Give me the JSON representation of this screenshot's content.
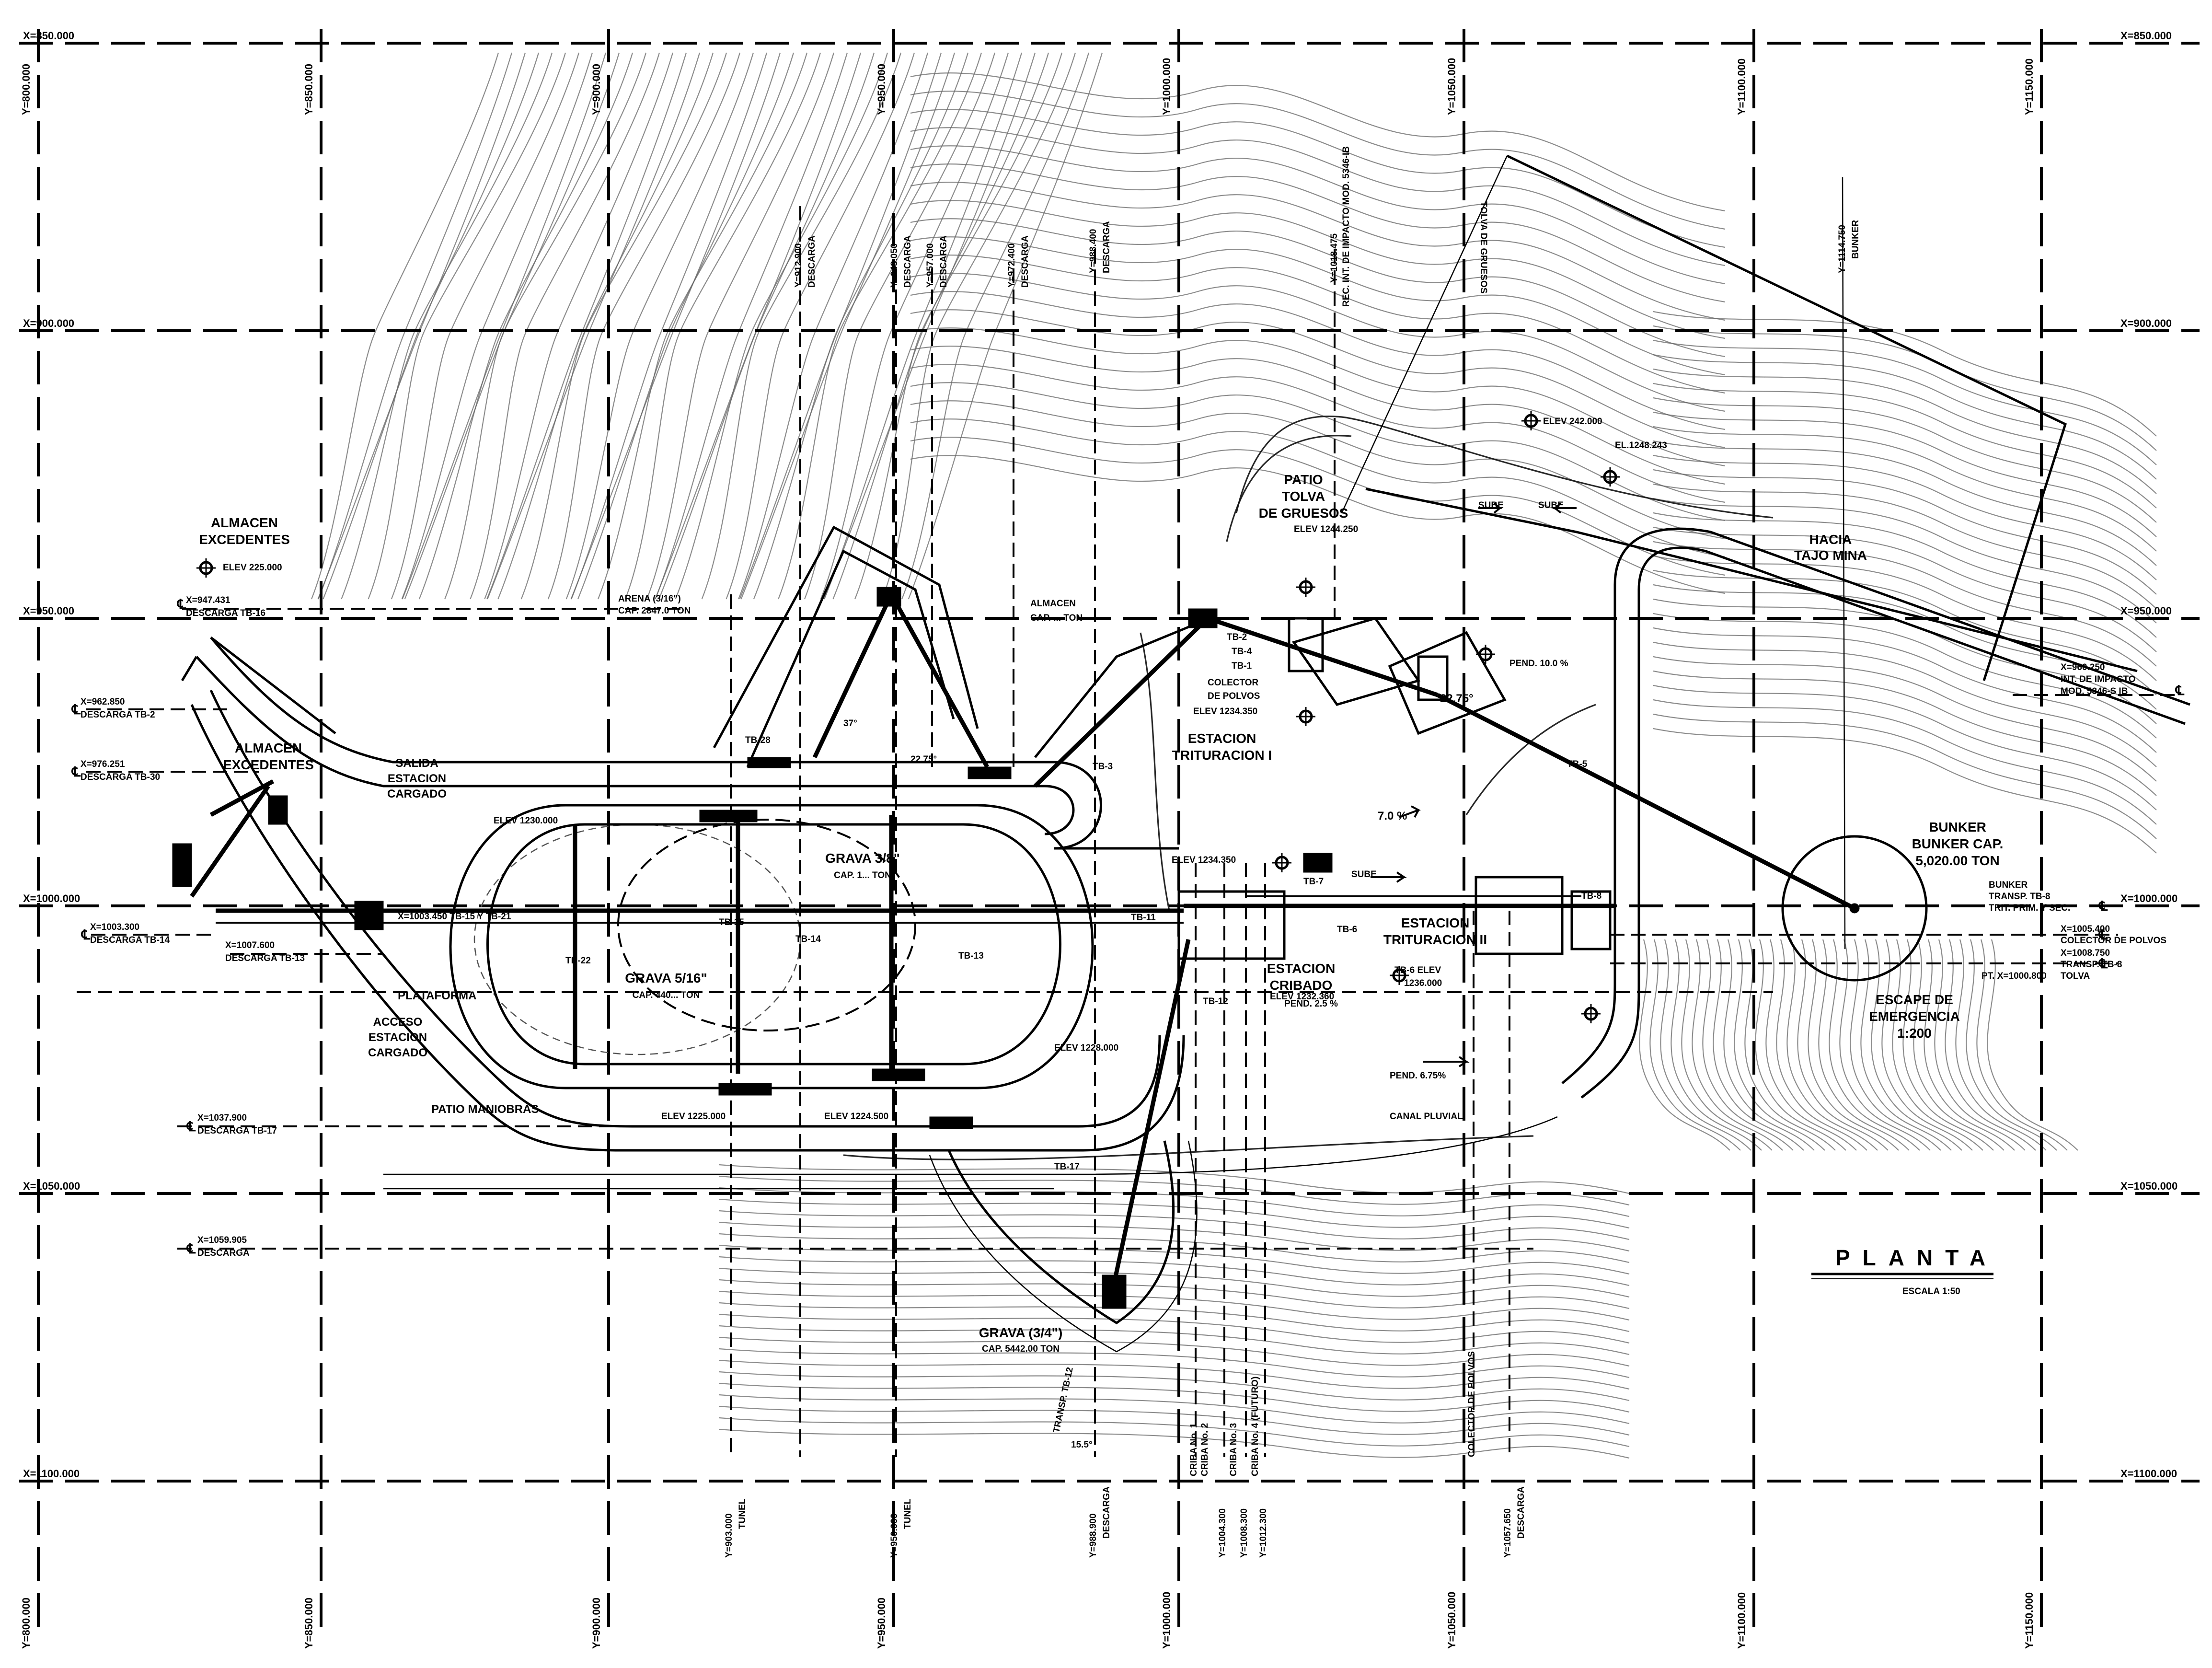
{
  "grid_labels": {
    "x_left": [
      "X=850.000",
      "X=900.000",
      "X=950.000",
      "X=1000.000",
      "X=1050.000",
      "X=1100.000"
    ],
    "x_right": [
      "X=850.000",
      "X=900.000",
      "X=950.000",
      "X=1000.000",
      "X=1050.000",
      "X=1100.000"
    ],
    "y_top": [
      "Y=800.000",
      "Y=850.000",
      "Y=900.000",
      "Y=950.000",
      "Y=1000.000",
      "Y=1050.000",
      "Y=1100.000",
      "Y=1150.000"
    ],
    "y_bottom": [
      "Y=800.000",
      "Y=850.000",
      "Y=900.000",
      "Y=950.000",
      "Y=1000.000",
      "Y=1050.000",
      "Y=1100.000",
      "Y=1150.000"
    ]
  },
  "areas": {
    "almacen_excedentes_top": [
      "ALMACEN",
      "EXCEDENTES"
    ],
    "elev_top": "ELEV 225.000",
    "almacen_excedentes_mid": [
      "ALMACEN",
      "EXCEDENTES"
    ],
    "salida": [
      "SALIDA",
      "ESTACION",
      "CARGADO"
    ],
    "acceso": [
      "ACCESO",
      "ESTACION",
      "CARGADO"
    ],
    "plataforma": "PLATAFORMA",
    "patio_maniobras": "PATIO MANIOBRAS",
    "patio_tolva": [
      "PATIO",
      "TOLVA",
      "DE GRUESOS"
    ],
    "elev_tolva": "ELEV 1244.250",
    "elev_top_right": "ELEV 242.000",
    "el_1248": "EL.1248.243",
    "hacia_tajo": [
      "HACIA",
      "TAJO MINA"
    ],
    "estacion_trituracion_1": [
      "ESTACION",
      "TRITURACION I"
    ],
    "colector_polvos": [
      "COLECTOR",
      "DE POLVOS"
    ],
    "estacion_trituracion_2": [
      "ESTACION",
      "TRITURACION II"
    ],
    "estacion_cribado": [
      "ESTACION",
      "CRIBADO"
    ],
    "bunker": [
      "BUNKER",
      "BUNKER CAP.",
      "5,020.00 TON"
    ],
    "escape": [
      "ESCAPE DE",
      "EMERGENCIA",
      "1:200"
    ],
    "canal_pluvial": "CANAL PLUVIAL",
    "grava_38": [
      "GRAVA 3/8\"",
      "CAP. 1... TON"
    ],
    "grava_516": [
      "GRAVA 5/16\"",
      "CAP. 440... TON"
    ],
    "grava_34": [
      "GRAVA (3/4\")",
      "CAP. 5442.00 TON"
    ],
    "arena": [
      "ARENA (3/16\")",
      "CAP. 2847.0 TON"
    ],
    "almacen_mid": [
      "ALMACEN",
      "CAP. ... TON"
    ],
    "elev_1234": "ELEV 1234.350",
    "elev_1236": [
      "TB-6  ELEV",
      "1236.000"
    ],
    "elev_1230": "ELEV 1230.000",
    "elev_1228": "ELEV 1228.000",
    "elev_1225": "ELEV 1225.000",
    "elev_1224": "ELEV 1224.500",
    "elev_1234b": "ELEV 1234.350",
    "elev_1232": "ELEV 1232.360",
    "slope_7": "7.0 %",
    "slope_22": "22.75°",
    "slope_10": "PEND. 10.0 %",
    "sube_1": "SUBE",
    "sube_2": "SUBE",
    "sube_3": "SUBE",
    "pend_25": "PEND. 2.5 %",
    "pend_tb": "PEND. 6.75%",
    "angle_37": "37°",
    "angle_22b": "22.75°",
    "angle_15": "15.5°"
  },
  "conveyors": {
    "tb1": "TB-1",
    "tb2": "TB-2",
    "tb3": "TB-3",
    "tb4": "TB-4",
    "tb5": "TB-5",
    "tb6": "TB-6",
    "tb7": "TB-7",
    "tb8": "TB-8",
    "tb11": "TB-11",
    "tb12": "TB-12",
    "tb13": "TB-13",
    "tb14": "TB-14",
    "tb15": "TB-15",
    "tb17": "TB-17",
    "tb22": "TB-22",
    "tb28": "TB-28"
  },
  "left_callouts": [
    {
      "coord": "X=947.431",
      "desc": "DESCARGA TB-16"
    },
    {
      "coord": "X=962.850",
      "desc": "DESCARGA TB-2"
    },
    {
      "coord": "X=976.251",
      "desc": "DESCARGA TB-30"
    },
    {
      "coord": "X=1003.300",
      "desc": "DESCARGA TB-14"
    },
    {
      "coord": "X=1007.600",
      "desc": "DESCARGA TB-13"
    },
    {
      "coord": "X=1037.900",
      "desc": "DESCARGA TB-17"
    },
    {
      "coord": "X=1059.905",
      "desc": "DESCARGA"
    }
  ],
  "mid_callout": "X=1003.450 TB-15 Y TB-21",
  "right_callouts": [
    {
      "coord": "X=960.250",
      "desc": [
        "INT. DE IMPACTO",
        "MOD. 5346-S IB"
      ]
    },
    {
      "coord": "X=1005.400",
      "desc": [
        "COLECTOR DE POLVOS"
      ]
    },
    {
      "coord": "X=1008.750",
      "desc": [
        "TRANSP. TB-8",
        "TOLVA"
      ]
    },
    {
      "coord": "PT. X=1000.800",
      "desc": []
    },
    {
      "coord": "BUNKER",
      "desc": [
        "TRANSP. TB-8",
        "TRIT. PRIM. Y SEC."
      ]
    }
  ],
  "top_callouts": [
    {
      "coord": "Y=912.900",
      "desc": "DESCARGA"
    },
    {
      "coord": "Y=948.050",
      "desc": "DESCARGA"
    },
    {
      "coord": "Y=957.000",
      "desc": "DESCARGA"
    },
    {
      "coord": "Y=972.400",
      "desc": "DESCARGA"
    },
    {
      "coord": "Y=988.400",
      "desc": "DESCARGA"
    },
    {
      "coord": "Y=1018.475",
      "desc": "REC. INT. DE IMPACTO MOD. 5346-IB"
    },
    {
      "coord": "TOLVA DE GRUESOS",
      "desc": ""
    },
    {
      "coord": "Y=1114.750",
      "desc": "BUNKER"
    }
  ],
  "bottom_callouts": [
    {
      "coord": "Y=903.000",
      "desc": "TUNEL"
    },
    {
      "coord": "Y=950.000",
      "desc": "TUNEL"
    },
    {
      "coord": "Y=988.900",
      "desc": "DESCARGA"
    },
    {
      "coord": "CRIBA No. 1",
      "desc": ""
    },
    {
      "coord": "Y=1004.300",
      "desc": "CRIBA No. 2"
    },
    {
      "coord": "Y=1008.300",
      "desc": "CRIBA No. 3"
    },
    {
      "coord": "Y=1012.300",
      "desc": "CRIBA No. 4 (FUTURO)"
    },
    {
      "coord": "COLECTOR DE POLVOS",
      "desc": ""
    },
    {
      "coord": "Y=1057.650",
      "desc": "DESCARGA"
    }
  ],
  "transp_tb12": "TRANSP. TB-12",
  "plan_title": "PLANTA",
  "plan_scale": "ESCALA 1:50"
}
